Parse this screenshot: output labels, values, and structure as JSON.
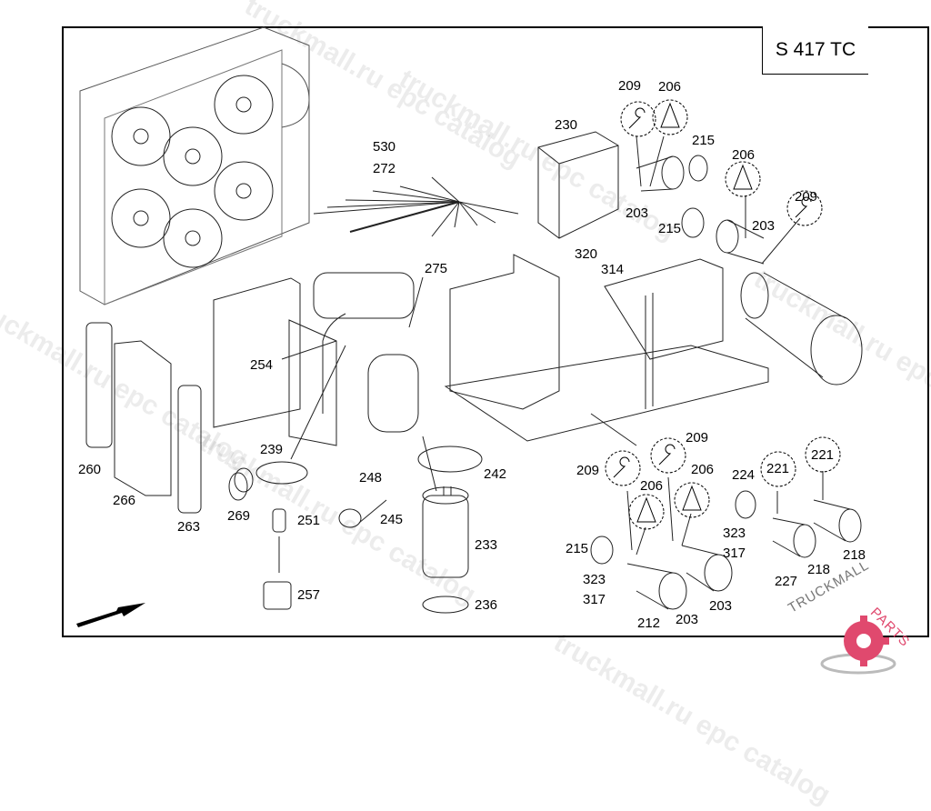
{
  "diagram": {
    "model": "S 417 TC",
    "part_labels": [
      {
        "id": "lbl-530",
        "text": "530"
      },
      {
        "id": "lbl-272",
        "text": "272"
      },
      {
        "id": "lbl-230",
        "text": "230"
      },
      {
        "id": "lbl-209a",
        "text": "209"
      },
      {
        "id": "lbl-206a",
        "text": "206"
      },
      {
        "id": "lbl-215a",
        "text": "215"
      },
      {
        "id": "lbl-206b",
        "text": "206"
      },
      {
        "id": "lbl-209b",
        "text": "209"
      },
      {
        "id": "lbl-203a",
        "text": "203"
      },
      {
        "id": "lbl-215b",
        "text": "215"
      },
      {
        "id": "lbl-203b",
        "text": "203"
      },
      {
        "id": "lbl-320",
        "text": "320"
      },
      {
        "id": "lbl-314",
        "text": "314"
      },
      {
        "id": "lbl-275",
        "text": "275"
      },
      {
        "id": "lbl-254",
        "text": "254"
      },
      {
        "id": "lbl-239",
        "text": "239"
      },
      {
        "id": "lbl-260",
        "text": "260"
      },
      {
        "id": "lbl-266",
        "text": "266"
      },
      {
        "id": "lbl-263",
        "text": "263"
      },
      {
        "id": "lbl-269",
        "text": "269"
      },
      {
        "id": "lbl-248",
        "text": "248"
      },
      {
        "id": "lbl-251",
        "text": "251"
      },
      {
        "id": "lbl-245",
        "text": "245"
      },
      {
        "id": "lbl-242",
        "text": "242"
      },
      {
        "id": "lbl-233",
        "text": "233"
      },
      {
        "id": "lbl-257",
        "text": "257"
      },
      {
        "id": "lbl-236",
        "text": "236"
      },
      {
        "id": "lbl-209c",
        "text": "209"
      },
      {
        "id": "lbl-209d",
        "text": "209"
      },
      {
        "id": "lbl-206c",
        "text": "206"
      },
      {
        "id": "lbl-206d",
        "text": "206"
      },
      {
        "id": "lbl-224",
        "text": "224"
      },
      {
        "id": "lbl-221a",
        "text": "221"
      },
      {
        "id": "lbl-221b",
        "text": "221"
      },
      {
        "id": "lbl-215c",
        "text": "215"
      },
      {
        "id": "lbl-323a",
        "text": "323"
      },
      {
        "id": "lbl-317a",
        "text": "317"
      },
      {
        "id": "lbl-212",
        "text": "212"
      },
      {
        "id": "lbl-203c",
        "text": "203"
      },
      {
        "id": "lbl-203d",
        "text": "203"
      },
      {
        "id": "lbl-323b",
        "text": "323"
      },
      {
        "id": "lbl-317b",
        "text": "317"
      },
      {
        "id": "lbl-227",
        "text": "227"
      },
      {
        "id": "lbl-218a",
        "text": "218"
      },
      {
        "id": "lbl-218b",
        "text": "218"
      }
    ],
    "icon_callouts": [
      "wrench-icon",
      "triangle-flange-icon"
    ]
  },
  "watermarks": [
    "truckmall.ru epc catalog"
  ],
  "logo": {
    "text_dark": "TRUCKMALL",
    "text_accent": "PARTS",
    "accent_color": "#e0496e"
  }
}
